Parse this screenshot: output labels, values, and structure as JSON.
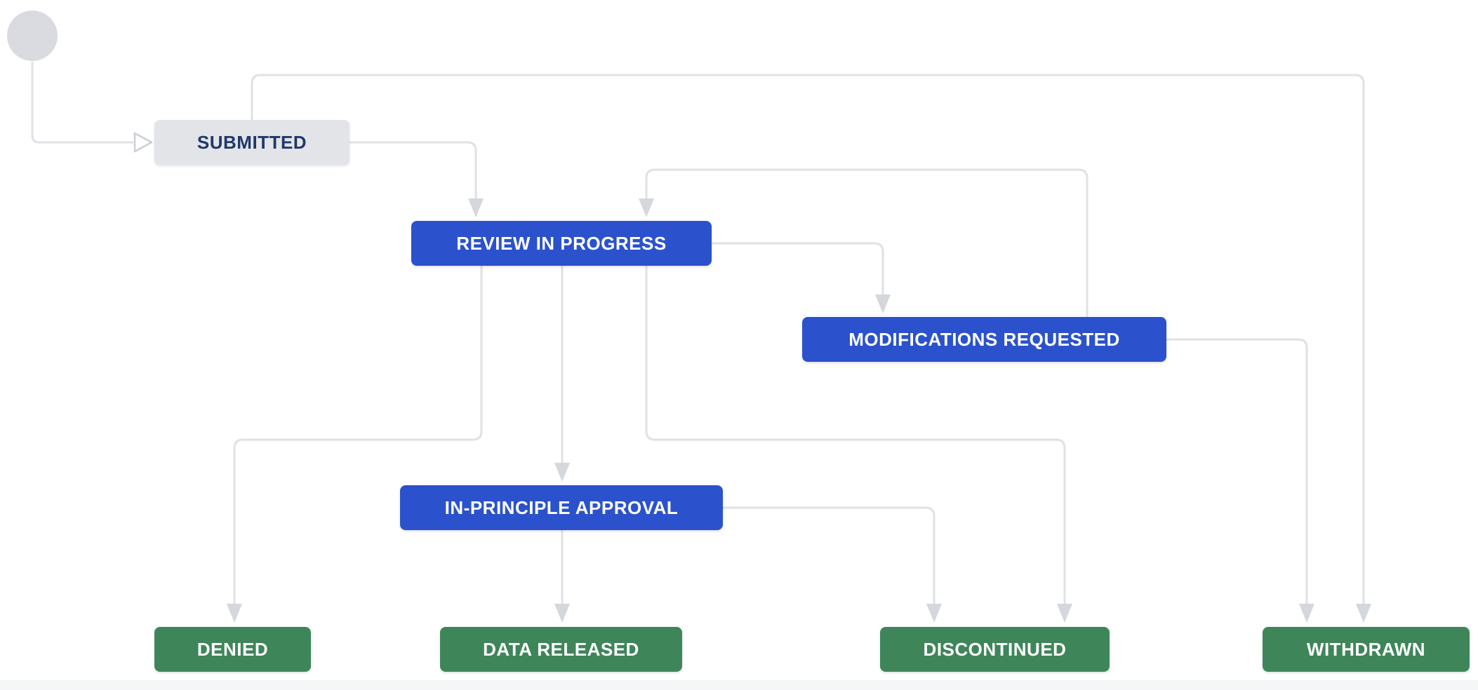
{
  "diagram": {
    "kind": "workflow-status-diagram",
    "nodes": {
      "start": {
        "label": "",
        "status_category": "start"
      },
      "submitted": {
        "label": "SUBMITTED",
        "status_category": "todo"
      },
      "review_in_progress": {
        "label": "REVIEW IN PROGRESS",
        "status_category": "in-progress"
      },
      "modifications_requested": {
        "label": "MODIFICATIONS REQUESTED",
        "status_category": "in-progress"
      },
      "in_principle_approval": {
        "label": "IN-PRINCIPLE APPROVAL",
        "status_category": "in-progress"
      },
      "denied": {
        "label": "DENIED",
        "status_category": "done"
      },
      "data_released": {
        "label": "DATA RELEASED",
        "status_category": "done"
      },
      "discontinued": {
        "label": "DISCONTINUED",
        "status_category": "done"
      },
      "withdrawn": {
        "label": "WITHDRAWN",
        "status_category": "done"
      }
    },
    "edges": [
      {
        "from": "start",
        "to": "submitted"
      },
      {
        "from": "submitted",
        "to": "review_in_progress"
      },
      {
        "from": "submitted",
        "to": "withdrawn"
      },
      {
        "from": "review_in_progress",
        "to": "modifications_requested"
      },
      {
        "from": "modifications_requested",
        "to": "review_in_progress"
      },
      {
        "from": "review_in_progress",
        "to": "in_principle_approval"
      },
      {
        "from": "review_in_progress",
        "to": "denied"
      },
      {
        "from": "review_in_progress",
        "to": "discontinued"
      },
      {
        "from": "in_principle_approval",
        "to": "data_released"
      },
      {
        "from": "in_principle_approval",
        "to": "discontinued"
      },
      {
        "from": "modifications_requested",
        "to": "withdrawn"
      }
    ],
    "colors": {
      "todo_fill": "#E2E4E8",
      "todo_text": "#20386B",
      "in_progress_fill": "#2B52CC",
      "done_fill": "#3E8659",
      "light_text": "#FFFFFF",
      "edge_line": "#DFE1E6",
      "arrowhead_fill": "#D4D7DC",
      "start_circle_fill": "#D9DBE0"
    }
  }
}
